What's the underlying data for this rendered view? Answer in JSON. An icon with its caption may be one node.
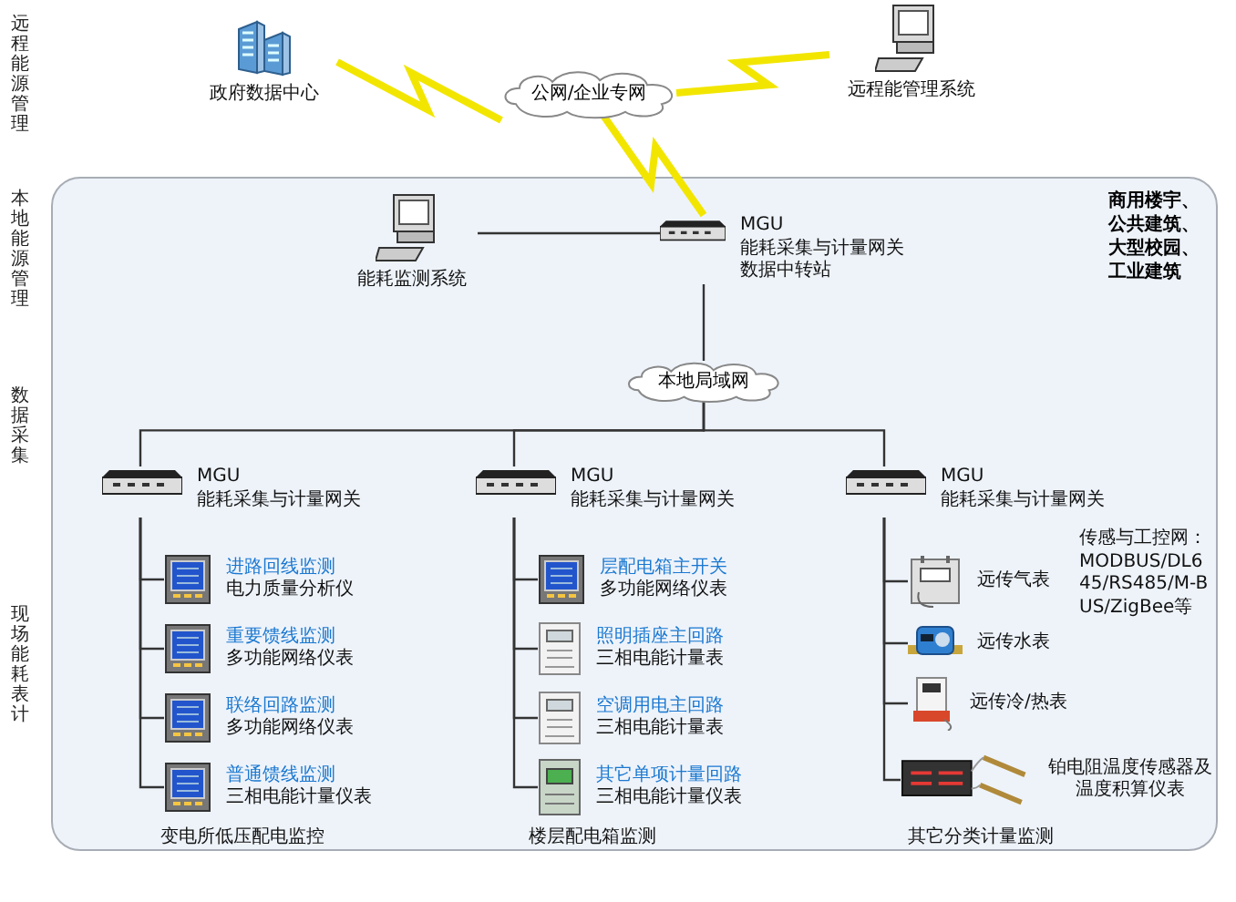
{
  "diagram": {
    "nodes": [
      {
        "text": [
          "商用楼宇、公共建筑、大型校园、工业建筑"
        ]
      },
      {
        "text": [
          "政府数据中心"
        ]
      },
      {
        "text": [
          "公网/企业专网"
        ]
      },
      {
        "text": [
          "远程能管理系统"
        ]
      },
      {
        "text": [
          "MGU",
          "能耗采集与计量网关",
          "数据中转站"
        ],
        "in": 0
      },
      {
        "text": [
          "能耗监测系统"
        ],
        "in": 0
      },
      {
        "text": [
          "本地局域网"
        ],
        "in": 0
      },
      {
        "text": [
          "MGU",
          "能耗采集与计量网关"
        ],
        "in": 0
      },
      {
        "text": [
          "MGU",
          "能耗采集与计量网关"
        ],
        "in": 0
      },
      {
        "text": [
          "MGU",
          "能耗采集与计量网关"
        ],
        "in": 0
      },
      {
        "text": [
          "进路回线监测",
          "电力质量分析仪"
        ],
        "in": 0
      },
      {
        "text": [
          "重要馈线监测",
          "多功能网络仪表"
        ],
        "in": 0
      },
      {
        "text": [
          "联络回路监测",
          "多功能网络仪表"
        ],
        "in": 0
      },
      {
        "text": [
          "普通馈线监测",
          "三相电能计量仪表"
        ],
        "in": 0
      },
      {
        "text": [
          "层配电箱主开关",
          "多功能网络仪表"
        ],
        "in": 0
      },
      {
        "text": [
          "照明插座主回路",
          "三相电能计量表"
        ],
        "in": 0
      },
      {
        "text": [
          "空调用电主回路",
          "三相电能计量表"
        ],
        "in": 0
      },
      {
        "text": [
          "其它单项计量回路",
          "三相电能计量仪表"
        ],
        "in": 0
      },
      {
        "text": [
          "远传气表"
        ],
        "in": 0
      },
      {
        "text": [
          "远传水表"
        ],
        "in": 0
      },
      {
        "text": [
          "远传冷/热表"
        ],
        "in": 0
      },
      {
        "text": [
          "铂电阻温度传感器及温度积算仪表"
        ],
        "in": 0
      }
    ],
    "edges": [
      {
        "from": 1,
        "to": 2,
        "arrow": "none",
        "style": "thick",
        "color": "#f2e600"
      },
      {
        "from": 2,
        "to": 3,
        "arrow": "none",
        "style": "thick",
        "color": "#f2e600"
      },
      {
        "from": 2,
        "to": 4,
        "arrow": "none",
        "style": "thick",
        "color": "#f2e600"
      },
      {
        "from": 5,
        "to": 4,
        "arrow": "none"
      },
      {
        "from": 4,
        "to": 6,
        "arrow": "none"
      },
      {
        "from": 6,
        "to": 7,
        "arrow": "none"
      },
      {
        "from": 6,
        "to": 8,
        "arrow": "none"
      },
      {
        "from": 6,
        "to": 9,
        "arrow": "none"
      },
      {
        "from": 7,
        "to": 10,
        "arrow": "none"
      },
      {
        "from": 7,
        "to": 11,
        "arrow": "none"
      },
      {
        "from": 7,
        "to": 12,
        "arrow": "none"
      },
      {
        "from": 7,
        "to": 13,
        "arrow": "none"
      },
      {
        "from": 8,
        "to": 14,
        "arrow": "none"
      },
      {
        "from": 8,
        "to": 15,
        "arrow": "none"
      },
      {
        "from": 8,
        "to": 16,
        "arrow": "none"
      },
      {
        "from": 8,
        "to": 17,
        "arrow": "none"
      },
      {
        "from": 9,
        "to": 18,
        "arrow": "none"
      },
      {
        "from": 9,
        "to": 19,
        "arrow": "none"
      },
      {
        "from": 9,
        "to": 20,
        "arrow": "none"
      },
      {
        "from": 9,
        "to": 21,
        "arrow": "none"
      }
    ],
    "labels": [
      "远程能源管理",
      "本地能源管理",
      "数据采集",
      "现场能耗表计",
      "传感与工控网：MODBUS/DL645/RS485/M-BUS/ZigBee等",
      "变电所低压配电监控",
      "楼层配电箱监测",
      "其它分类计量监测"
    ]
  }
}
